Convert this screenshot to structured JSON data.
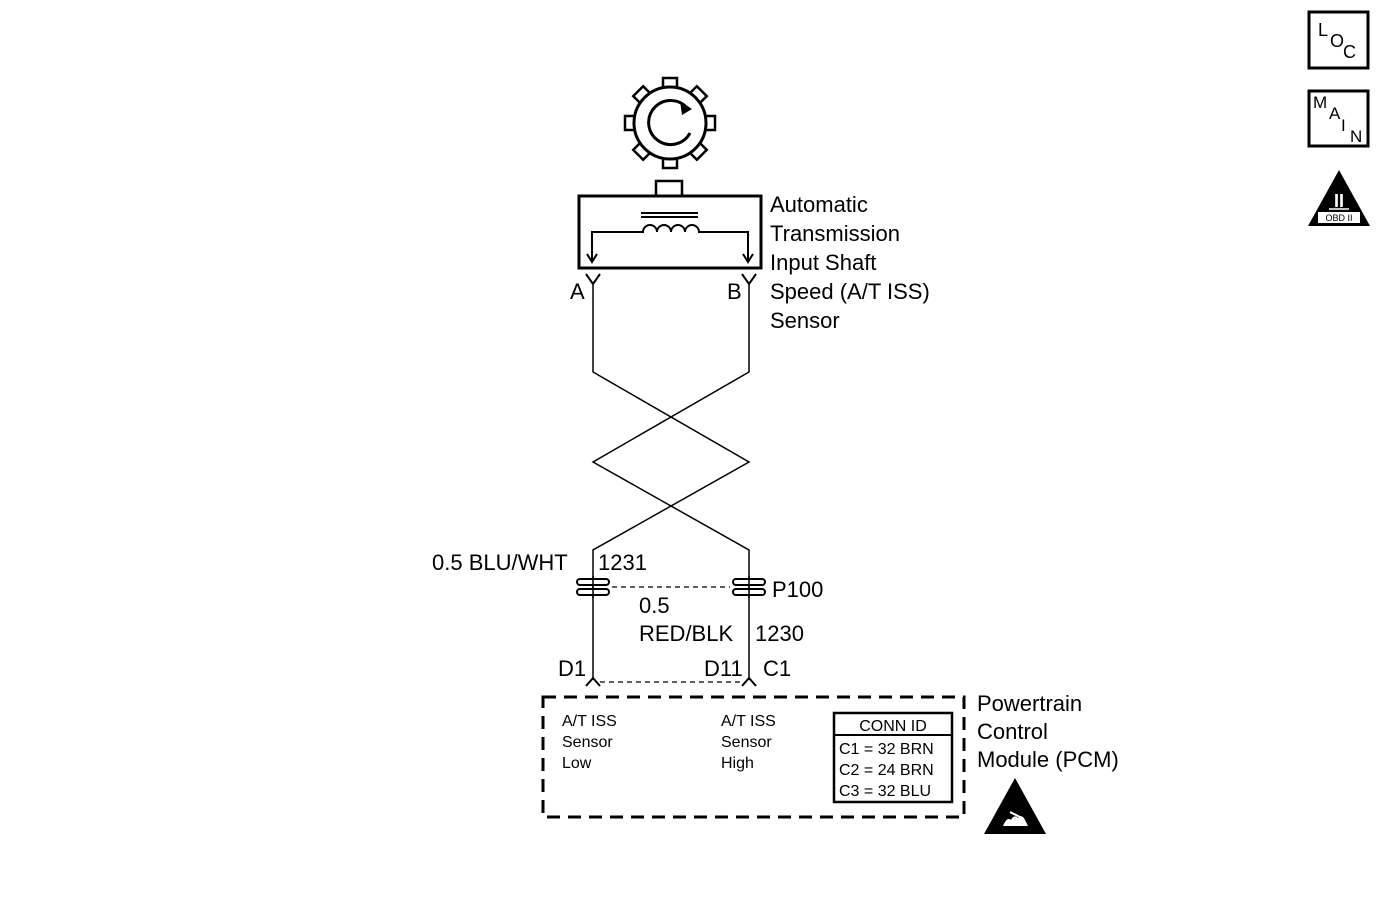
{
  "nav": {
    "loc": {
      "l1": "L",
      "l2": "O",
      "l3": "C"
    },
    "main": {
      "l1": "M",
      "l2": "A",
      "l3": "I",
      "l4": "N"
    },
    "obd": {
      "numeral": "II",
      "label": "OBD II"
    }
  },
  "sensor": {
    "name_lines": [
      "Automatic",
      "Transmission",
      "Input Shaft",
      "Speed (A/T ISS)",
      "Sensor"
    ],
    "pin_a": "A",
    "pin_b": "B"
  },
  "wires": {
    "left": {
      "size_color": "0.5 BLU/WHT",
      "circuit": "1231"
    },
    "right": {
      "size": "0.5",
      "color": "RED/BLK",
      "circuit": "1230"
    },
    "inline_connector": "P100"
  },
  "pcm": {
    "pins": {
      "left": "D1",
      "right": "D11",
      "right_conn": "C1"
    },
    "left_label": [
      "A/T ISS",
      "Sensor",
      "Low"
    ],
    "right_label": [
      "A/T ISS",
      "Sensor",
      "High"
    ],
    "name_lines": [
      "Powertrain",
      "Control",
      "Module (PCM)"
    ],
    "conn_id": {
      "title": "CONN ID",
      "rows": [
        "C1 = 32 BRN",
        "C2 = 24 BRN",
        "C3 = 32 BLU"
      ]
    }
  }
}
